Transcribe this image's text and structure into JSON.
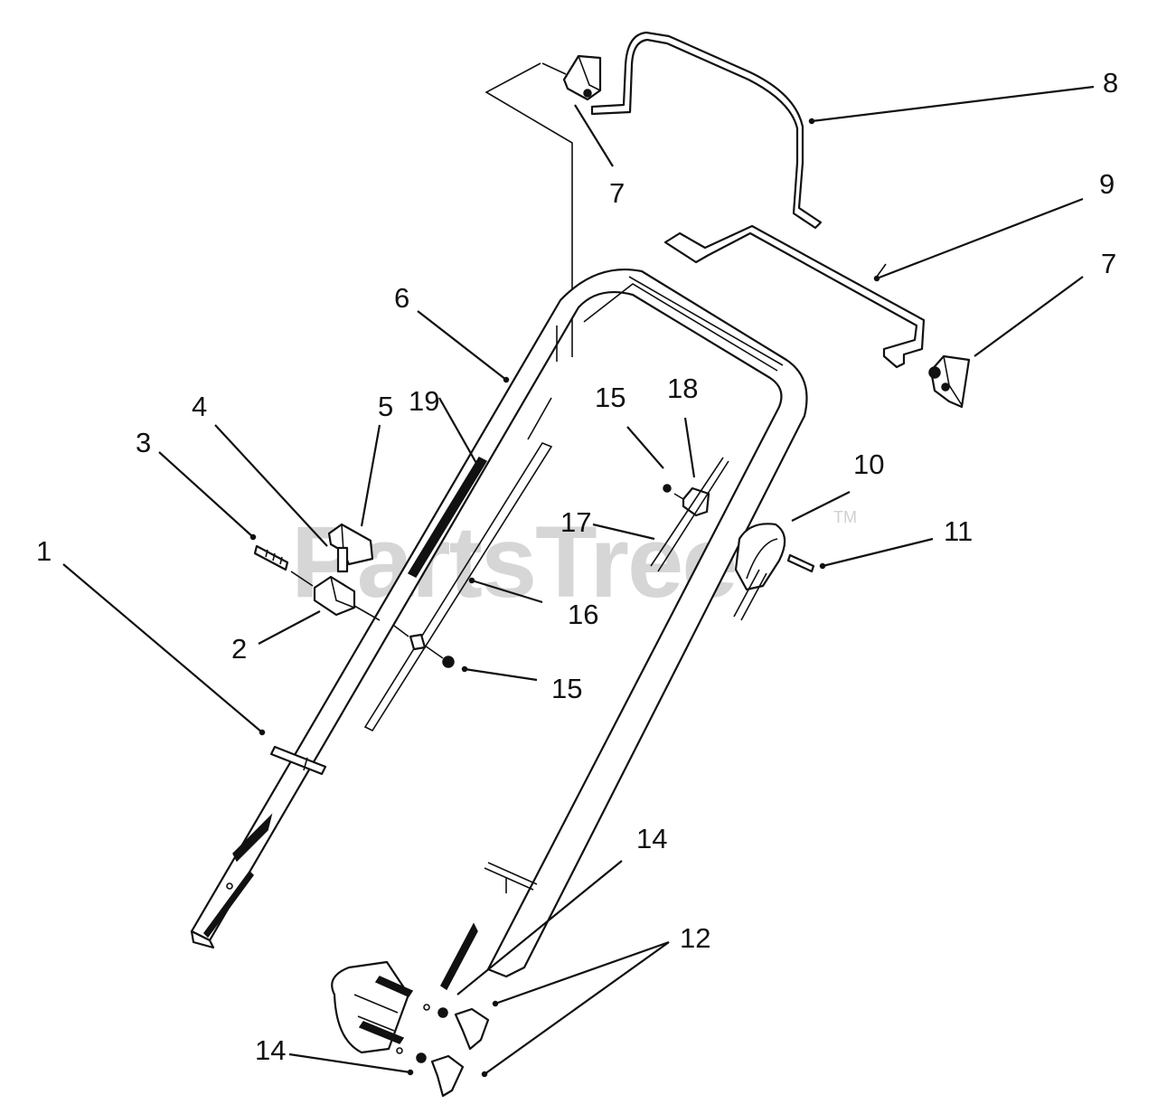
{
  "watermark": {
    "text": "PartsTree",
    "trademark": "TM"
  },
  "callouts": [
    {
      "id": "1",
      "text": "1"
    },
    {
      "id": "2",
      "text": "2"
    },
    {
      "id": "3",
      "text": "3"
    },
    {
      "id": "4",
      "text": "4"
    },
    {
      "id": "5",
      "text": "5"
    },
    {
      "id": "6",
      "text": "6"
    },
    {
      "id": "7a",
      "text": "7"
    },
    {
      "id": "7b",
      "text": "7"
    },
    {
      "id": "8",
      "text": "8"
    },
    {
      "id": "9",
      "text": "9"
    },
    {
      "id": "10",
      "text": "10"
    },
    {
      "id": "11",
      "text": "11"
    },
    {
      "id": "12",
      "text": "12"
    },
    {
      "id": "14a",
      "text": "14"
    },
    {
      "id": "14b",
      "text": "14"
    },
    {
      "id": "15a",
      "text": "15"
    },
    {
      "id": "15b",
      "text": "15"
    },
    {
      "id": "16",
      "text": "16"
    },
    {
      "id": "17",
      "text": "17"
    },
    {
      "id": "18",
      "text": "18"
    },
    {
      "id": "19",
      "text": "19"
    }
  ]
}
